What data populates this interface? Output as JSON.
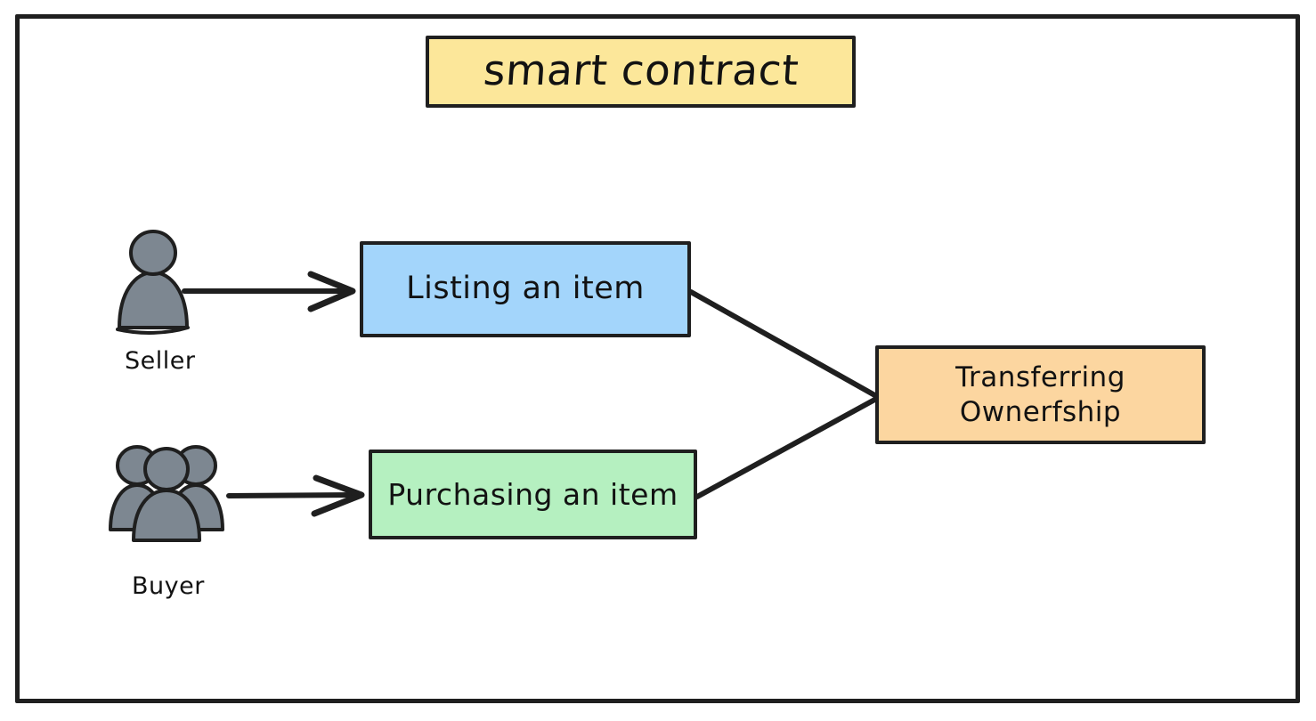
{
  "diagram": {
    "title": "smart contract",
    "frame": {
      "border_color": "#1f1f1f"
    },
    "nodes": [
      {
        "id": "title",
        "label": "smart contract",
        "fill": "#fce79a",
        "stroke": "#1f1f1f",
        "shape": "rectangle"
      },
      {
        "id": "listing",
        "label": "Listing an item",
        "fill": "#a3d5fb",
        "stroke": "#1f1f1f",
        "shape": "rectangle"
      },
      {
        "id": "purchasing",
        "label": "Purchasing an item",
        "fill": "#b5f0c0",
        "stroke": "#1f1f1f",
        "shape": "rectangle"
      },
      {
        "id": "transfer",
        "label_line1": "Transferring",
        "label_line2": "Ownerfship",
        "fill": "#fcd6a0",
        "stroke": "#1f1f1f",
        "shape": "rectangle"
      }
    ],
    "actors": [
      {
        "id": "seller",
        "label": "Seller",
        "icon": "single-person-icon",
        "fill": "#7d8791",
        "stroke": "#1f1f1f"
      },
      {
        "id": "buyer",
        "label": "Buyer",
        "icon": "group-of-people-icon",
        "fill": "#7d8791",
        "stroke": "#1f1f1f"
      }
    ],
    "edges": [
      {
        "id": "seller-to-listing",
        "from": "seller",
        "to": "listing",
        "style": "arrow",
        "arrowhead": "open-v"
      },
      {
        "id": "buyer-to-purchasing",
        "from": "buyer",
        "to": "purchasing",
        "style": "arrow",
        "arrowhead": "open-v"
      },
      {
        "id": "listing-to-transfer",
        "from": "listing",
        "to": "transfer",
        "style": "line",
        "arrowhead": "none"
      },
      {
        "id": "purchasing-to-transfer",
        "from": "purchasing",
        "to": "transfer",
        "style": "line",
        "arrowhead": "none"
      }
    ]
  }
}
